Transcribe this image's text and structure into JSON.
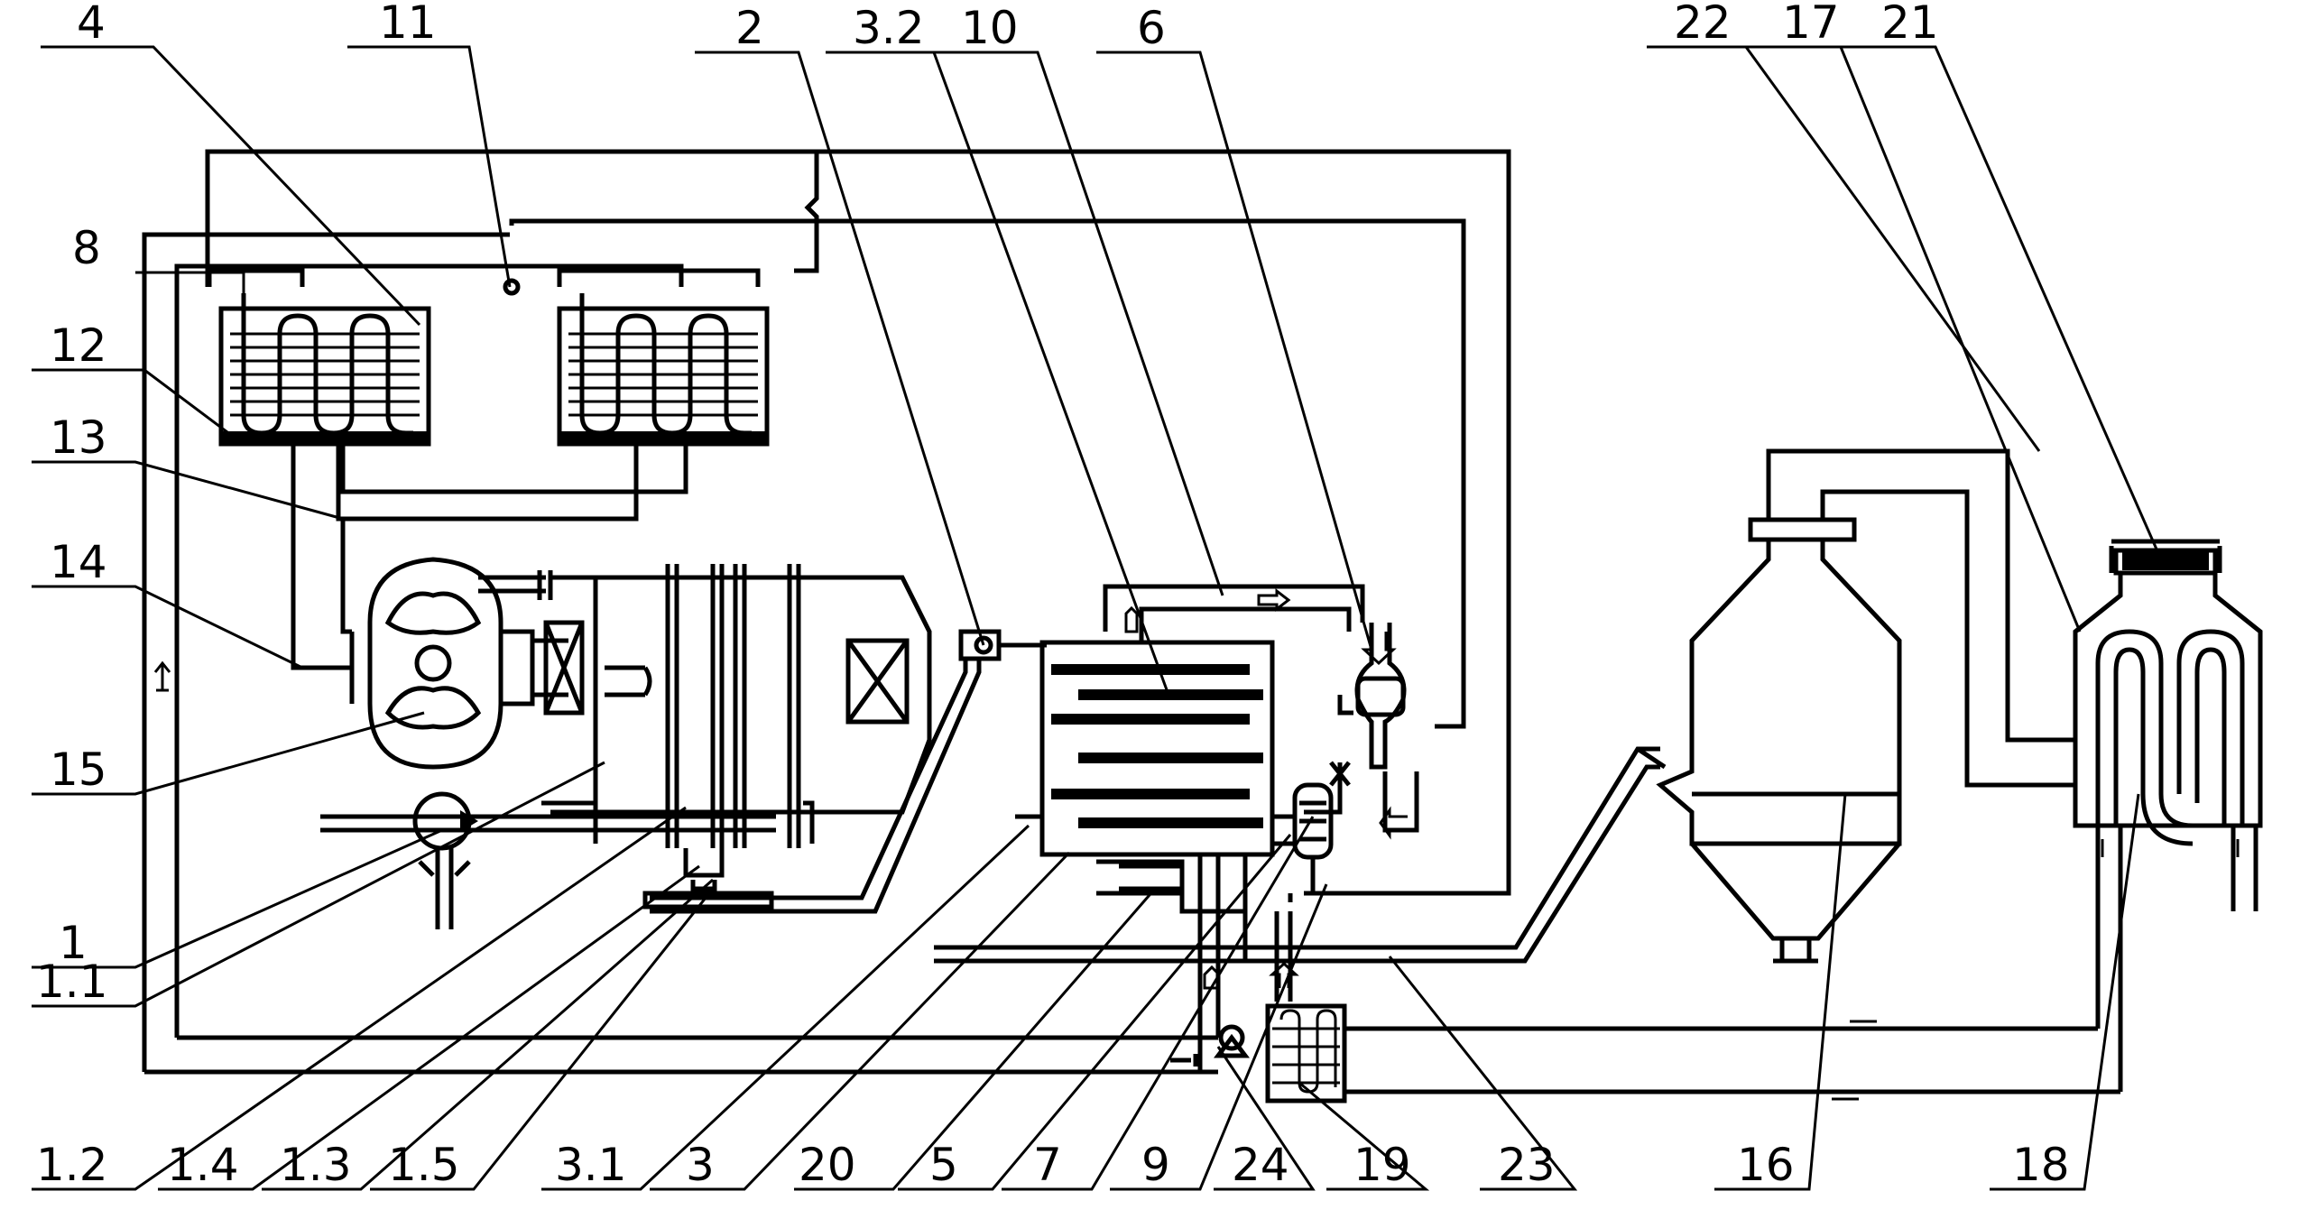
{
  "diagram": {
    "labels": {
      "l4": "4",
      "l11": "11",
      "l2": "2",
      "l3_2": "3.2",
      "l10": "10",
      "l6": "6",
      "l22": "22",
      "l17": "17",
      "l21": "21",
      "l8": "8",
      "l12": "12",
      "l13": "13",
      "l14": "14",
      "l15": "15",
      "l1": "1",
      "l1_1": "1.1",
      "l1_2": "1.2",
      "l1_4": "1.4",
      "l1_3": "1.3",
      "l1_5": "1.5",
      "l3_1": "3.1",
      "l3": "3",
      "l20": "20",
      "l5": "5",
      "l7": "7",
      "l9": "9",
      "l24": "24",
      "l19": "19",
      "l23": "23",
      "l16": "16",
      "l18": "18"
    }
  }
}
